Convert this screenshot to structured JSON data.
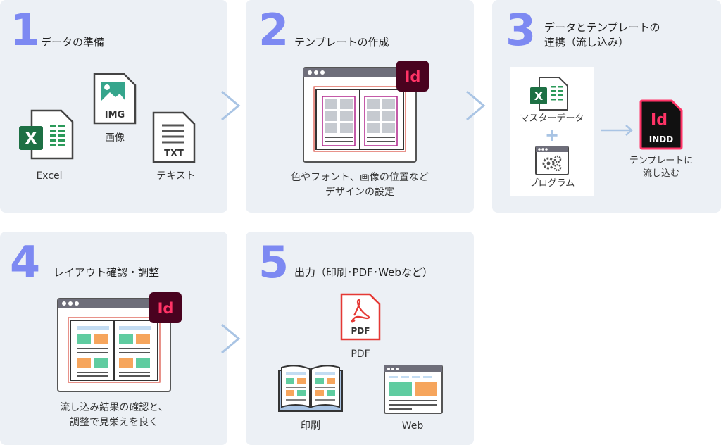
{
  "colors": {
    "panel_bg": "#ecf0f5",
    "step_number": "#7d89f2",
    "arrow": "#a9c4e4",
    "indesign_bg": "#49021f",
    "indesign_text": "#ff3366",
    "excel_green": "#1d7044",
    "pdf_red": "#e53935"
  },
  "steps": {
    "s1": {
      "number": "1",
      "title": "データの準備",
      "excel": "Excel",
      "image": "画像",
      "text": "テキスト",
      "img_tag": "IMG",
      "txt_tag": "TXT"
    },
    "s2": {
      "number": "2",
      "title": "テンプレートの作成",
      "caption_1": "色やフォント、画像の位置など",
      "caption_2": "デザインの設定",
      "id_badge": "Id"
    },
    "s3": {
      "number": "3",
      "title_1": "データとテンプレートの",
      "title_2": "連携（流し込み）",
      "master": "マスターデータ",
      "plus": "+",
      "program": "プログラム",
      "indd_tag": "INDD",
      "id_badge": "Id",
      "flow_1": "テンプレートに",
      "flow_2": "流し込む"
    },
    "s4": {
      "number": "4",
      "title": "レイアウト確認・調整",
      "caption_1": "流し込み結果の確認と、",
      "caption_2": "調整で見栄えを良く",
      "id_badge": "Id"
    },
    "s5": {
      "number": "5",
      "title": "出力（印刷･PDF･Webなど）",
      "pdf": "PDF",
      "pdf_tag": "PDF",
      "print": "印刷",
      "web": "Web"
    }
  }
}
